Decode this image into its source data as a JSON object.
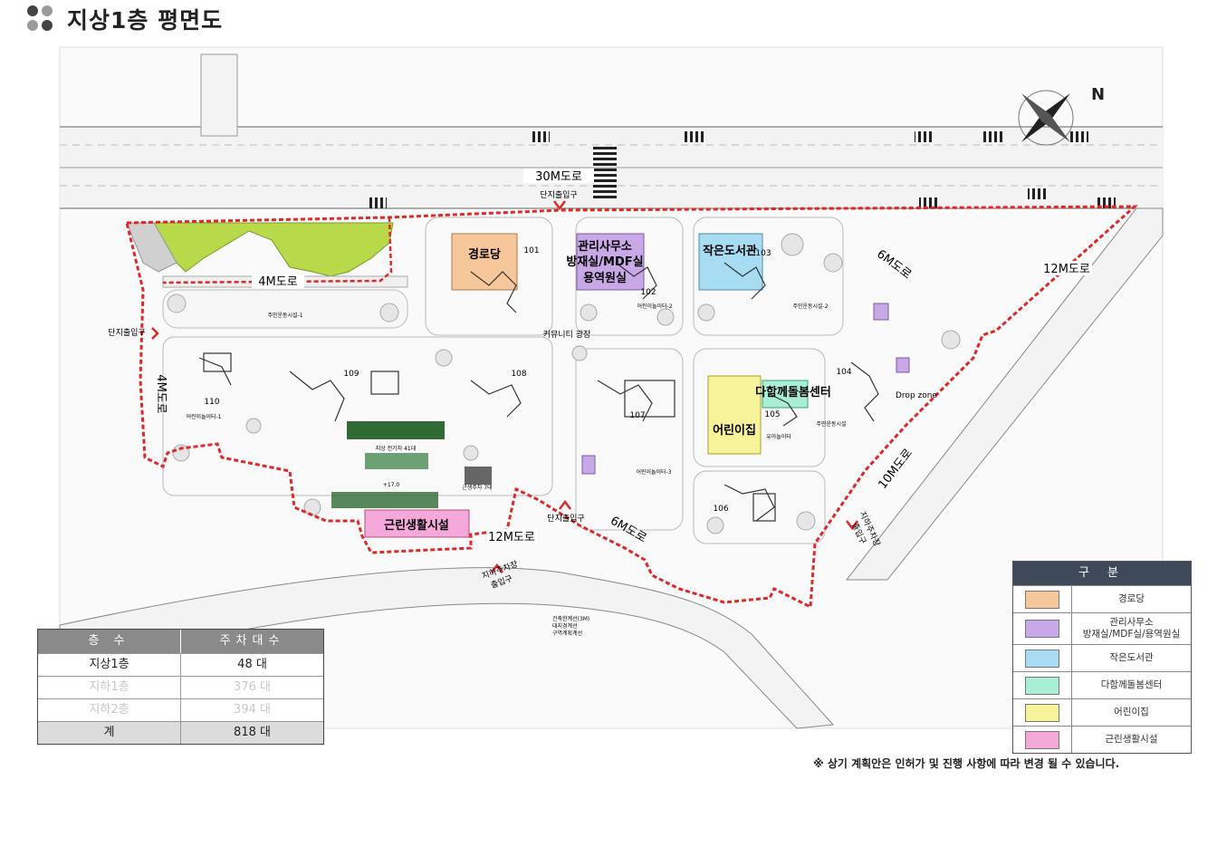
{
  "header": {
    "title": "지상1층 평면도",
    "dot_colors": [
      "#444444",
      "#9a9a9a",
      "#9a9a9a",
      "#444444"
    ]
  },
  "colors": {
    "site_boundary": "#e02828",
    "green_area": "#b8d94a",
    "road": "#f2f2f2",
    "line": "#555555"
  },
  "roads": {
    "r30": "30M도로",
    "r4_top": "4M도로",
    "r4_left": "4M도로",
    "r6_upper": "6M도로",
    "r12_right": "12M도로",
    "r10": "10M도로",
    "r6_lower": "6M도로",
    "r12_bottom": "12M도로"
  },
  "facilities": {
    "senior": "경로당",
    "mgmt_1": "관리사무소",
    "mgmt_2": "방재실/MDF실",
    "mgmt_3": "용역원실",
    "library": "작은도서관",
    "care": "다함께돌봄센터",
    "daycare": "어린이집",
    "retail": "근린생활시설",
    "plaza": "커뮤니티 광장",
    "dropzone": "Drop zone"
  },
  "entrances": {
    "top": "단지출입구",
    "left": "단지출입구",
    "bottom": "단지출입구",
    "parking_left_1": "지하주차장",
    "parking_left_2": "출입구",
    "parking_right_1": "지하주차장",
    "parking_right_2": "출입구"
  },
  "buildings": [
    "101",
    "102",
    "103",
    "104",
    "105",
    "106",
    "107",
    "108",
    "109",
    "110"
  ],
  "small_labels": {
    "exercise_1": "주민운동시설-1",
    "exercise_2": "주민운동시설-2",
    "exercise_3": "주민운동시설",
    "playground_1": "어린이놀이터-1",
    "playground_2": "어린이놀이터-2",
    "playground_3": "어린이놀이터-3",
    "toddler": "유아놀이터",
    "ev_parking": "지상 전기차 41대",
    "retail_parking": "근생주차 7대",
    "level_17": "+17.0",
    "legend_lines_1": "건축한계선(3M)",
    "legend_lines_2": "대지경계선",
    "legend_lines_3": "구역계획계선"
  },
  "legend": {
    "title": "구 분",
    "items": [
      {
        "label": "경로당",
        "color": "#f6c79b"
      },
      {
        "label": "관리사무소\n방재실/MDF실/용역원실",
        "color": "#c9a8e8"
      },
      {
        "label": "작은도서관",
        "color": "#a8dcf2"
      },
      {
        "label": "다함께돌봄센터",
        "color": "#a8efd6"
      },
      {
        "label": "어린이집",
        "color": "#f7f39a"
      },
      {
        "label": "근린생활시설",
        "color": "#f5a8da"
      }
    ]
  },
  "parking": {
    "headers": [
      "층 수",
      "주차대수"
    ],
    "rows": [
      {
        "floor": "지상1층",
        "count": "48 대",
        "faded": false
      },
      {
        "floor": "지하1층",
        "count": "376 대",
        "faded": true
      },
      {
        "floor": "지하2층",
        "count": "394 대",
        "faded": true
      },
      {
        "floor": "계",
        "count": "818 대",
        "faded": false
      }
    ]
  },
  "footnote": "※ 상기 계획안은 인허가 및 진행 사항에  따라 변경 될 수 있습니다."
}
